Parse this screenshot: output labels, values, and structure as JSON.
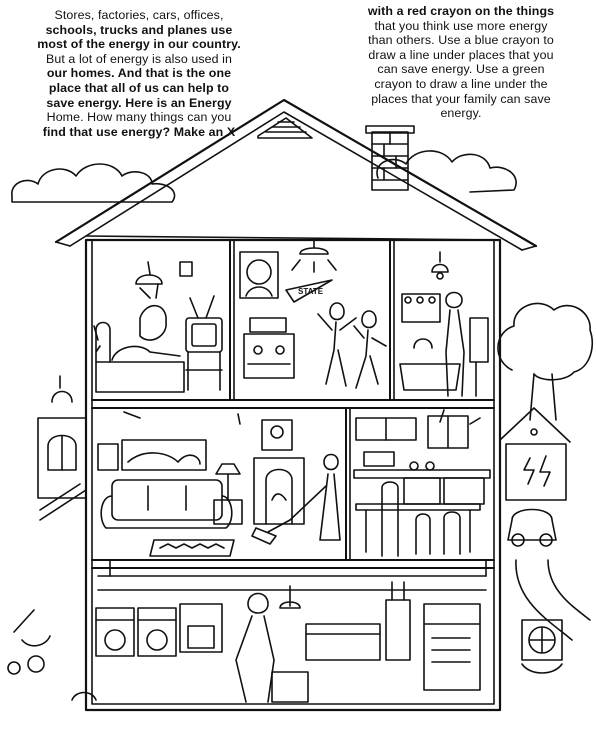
{
  "instructions": {
    "left_column": [
      {
        "text": "Stores, factories, cars, offices,",
        "bold": false
      },
      {
        "text": "schools, trucks and planes use",
        "bold": false
      },
      {
        "text": "most of the energy in our country.",
        "bold": true
      },
      {
        "text": "But a lot of energy is also used in",
        "bold": false
      },
      {
        "text": "our homes. And that is the one",
        "bold": true
      },
      {
        "text": "place that all of us can help to",
        "bold": false
      },
      {
        "text": "save energy. Here is an Energy",
        "bold": true
      },
      {
        "text": "Home. How many things can you",
        "bold": false
      },
      {
        "text": "find that use energy? Make an X",
        "bold": false
      }
    ],
    "right_column": [
      {
        "text": "with a red crayon on the things",
        "bold": true
      },
      {
        "text": "that you think use more energy",
        "bold": false
      },
      {
        "text": "than others. Use a blue crayon to",
        "bold": false
      },
      {
        "text": "draw a line under places that you",
        "bold": false
      },
      {
        "text": "can save energy. Use a green",
        "bold": false
      },
      {
        "text": "crayon to draw a line under the",
        "bold": false
      },
      {
        "text": "places that your family can save",
        "bold": false
      },
      {
        "text": "energy.",
        "bold": false
      }
    ]
  },
  "illustration": {
    "pennant_text": "STATE",
    "line_color": "#111111",
    "paper_color": "#ffffff",
    "icons": [
      "house-icon",
      "tree-icon",
      "cloud-icon",
      "car-icon",
      "garage-icon",
      "lamp-icon",
      "tv-icon",
      "stove-icon",
      "washer-icon",
      "dryer-icon",
      "freezer-icon",
      "water-heater-icon",
      "furnace-icon",
      "air-conditioner-icon",
      "vacuum-icon",
      "sofa-icon",
      "bed-icon",
      "bathtub-icon",
      "fireplace-icon",
      "stereo-icon"
    ]
  }
}
